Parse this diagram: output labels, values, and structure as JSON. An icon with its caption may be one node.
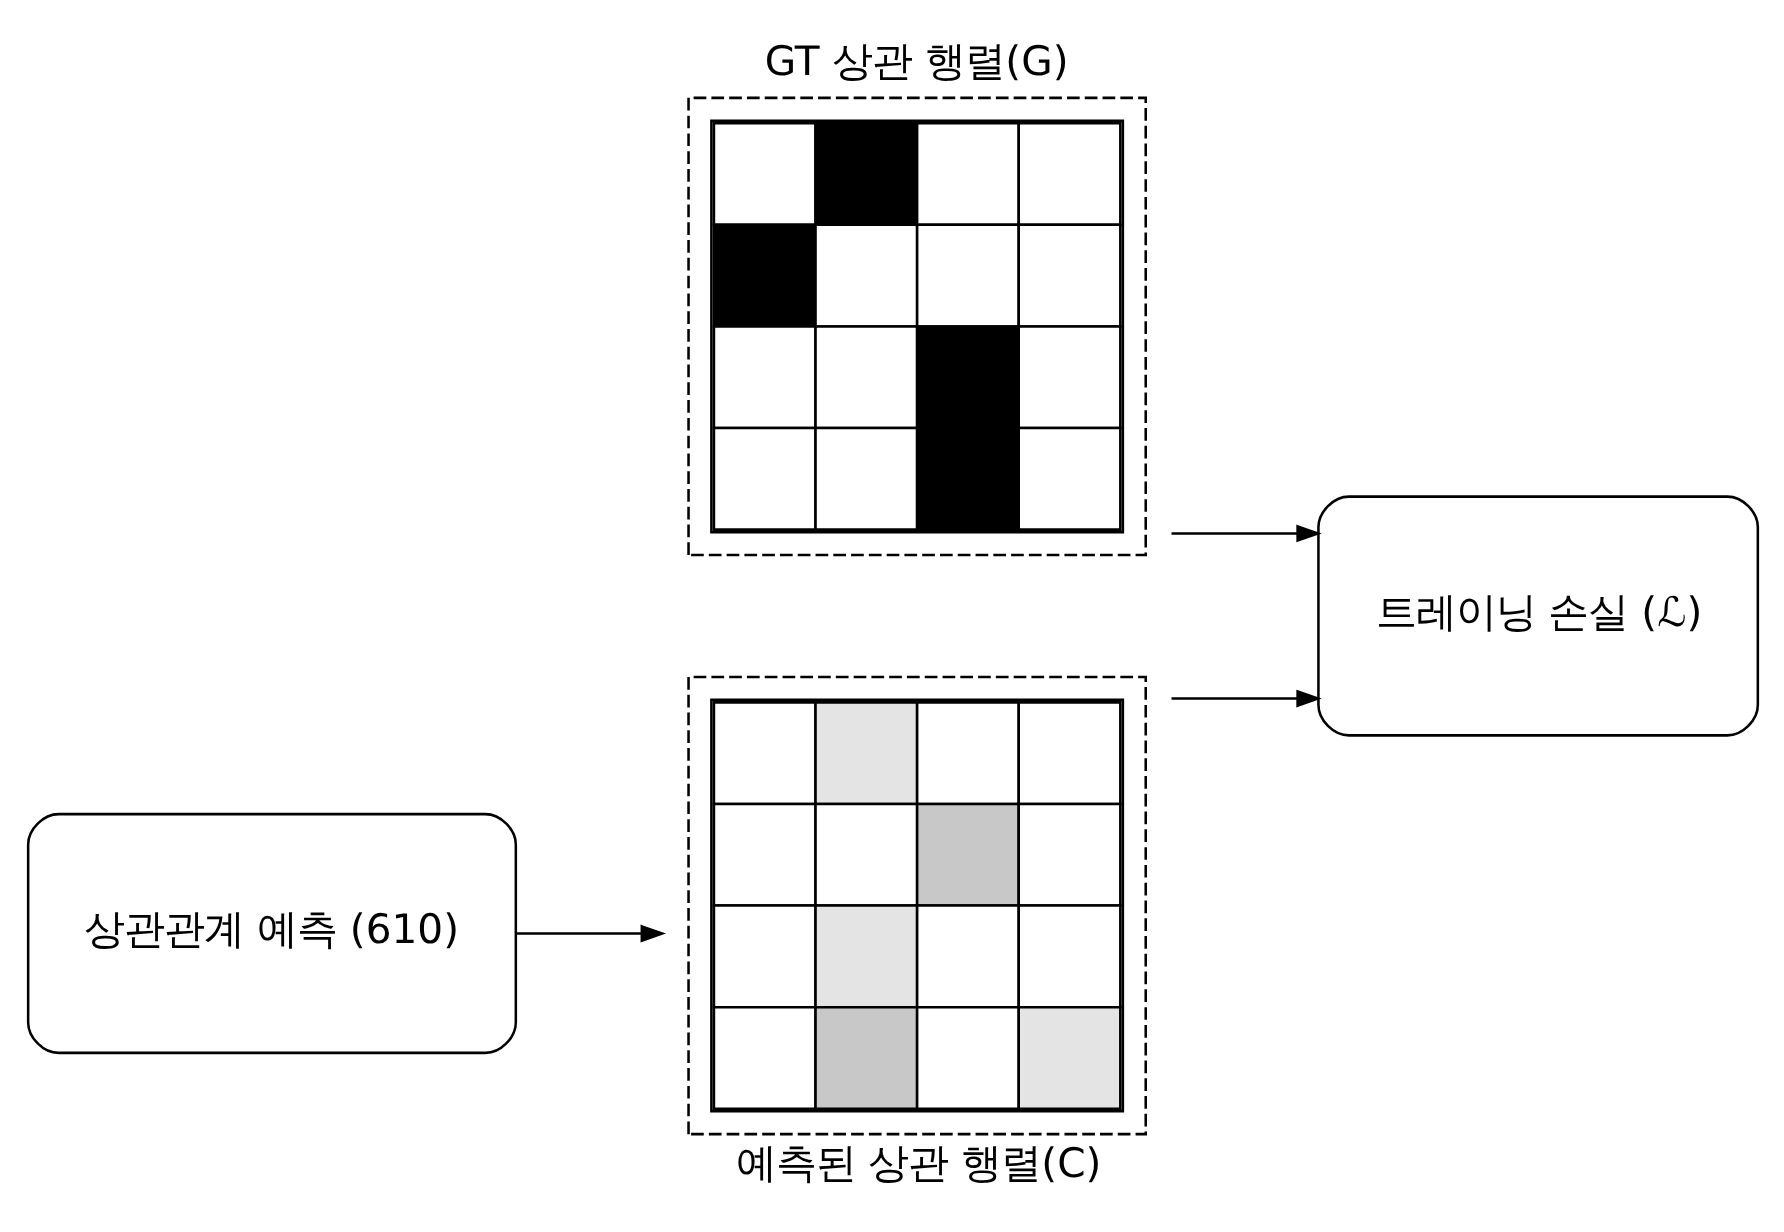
{
  "diagram": {
    "nodes": [
      {
        "text": [
          "GT 상관 행렬(G)"
        ]
      },
      {
        "text": [
          "상관관계 예측 (610)"
        ]
      },
      {
        "text": [
          "예측된 상관 행렬(C)"
        ]
      },
      {
        "text": [
          "트레이닝 손실 (ℒ)"
        ]
      }
    ],
    "edges": [
      {
        "from": 1,
        "to": 2,
        "arrow": "to"
      },
      {
        "from": 2,
        "to": 3,
        "arrow": "to"
      },
      {
        "from": 0,
        "to": 3,
        "arrow": "to"
      }
    ]
  }
}
